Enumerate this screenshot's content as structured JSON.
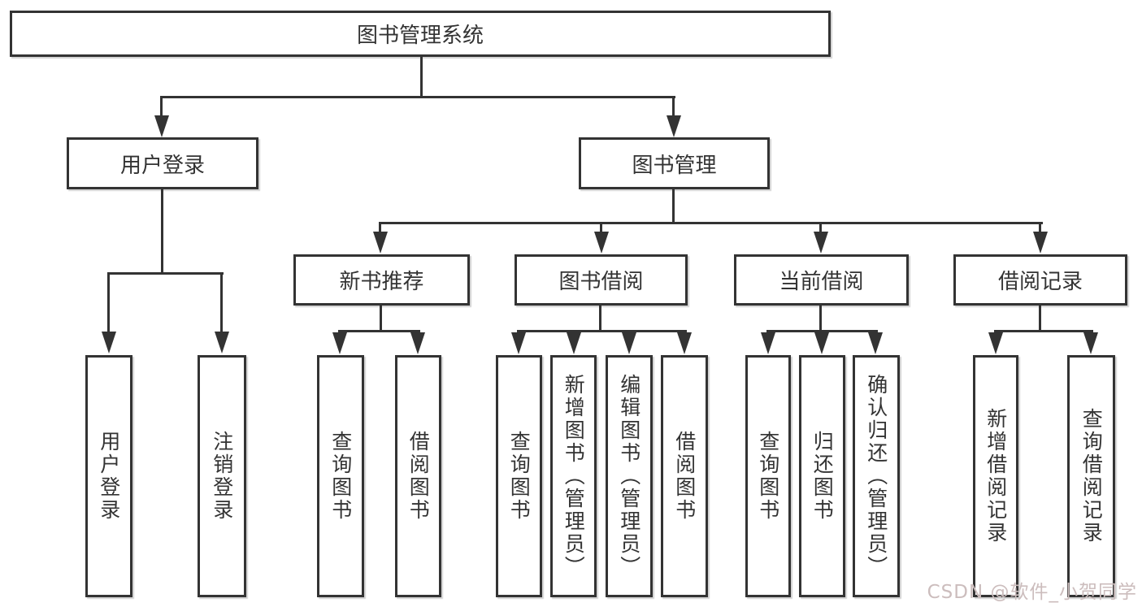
{
  "tree": {
    "label": "图书管理系统",
    "children": [
      {
        "label": "用户登录",
        "children": [
          {
            "label": "用户登录"
          },
          {
            "label": "注销登录"
          }
        ]
      },
      {
        "label": "图书管理",
        "children": [
          {
            "label": "新书推荐",
            "children": [
              {
                "label": "查询图书"
              },
              {
                "label": "借阅图书"
              }
            ]
          },
          {
            "label": "图书借阅",
            "children": [
              {
                "label": "查询图书"
              },
              {
                "label": "新增图书（管理员）"
              },
              {
                "label": "编辑图书（管理员）"
              },
              {
                "label": "借阅图书"
              }
            ]
          },
          {
            "label": "当前借阅",
            "children": [
              {
                "label": "查询图书"
              },
              {
                "label": "归还图书"
              },
              {
                "label": "确认归还（管理员）"
              }
            ]
          },
          {
            "label": "借阅记录",
            "children": [
              {
                "label": "新增借阅记录"
              },
              {
                "label": "查询借阅记录"
              }
            ]
          }
        ]
      }
    ]
  },
  "watermark": {
    "text": "CSDN @软件_小贺同学"
  },
  "colors": {
    "line": "#333333",
    "text": "#333333",
    "bg": "#ffffff",
    "watermark": "#ccbdbd"
  }
}
